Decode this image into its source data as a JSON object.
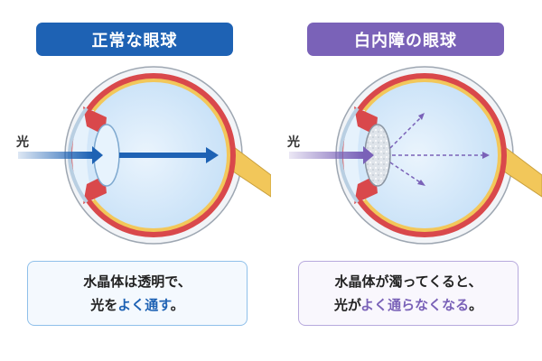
{
  "colors": {
    "blue": "#1e62b4",
    "purple": "#7a62b8",
    "sclera_red": "#d9484b",
    "retina_yellow": "#f2c75a",
    "vitreous": "#d2e7fa"
  },
  "left_panel": {
    "title": "正常な眼球",
    "light_label": "光",
    "caption_line1": "水晶体は透明で、",
    "caption_line2_prefix": "光を",
    "caption_line2_highlight": "よく通す",
    "caption_line2_suffix": "。"
  },
  "right_panel": {
    "title": "白内障の眼球",
    "light_label": "光",
    "caption_line1": "水晶体が濁ってくると、",
    "caption_line2_prefix": "光が",
    "caption_line2_highlight": "よく通らなくなる",
    "caption_line2_suffix": "。"
  }
}
